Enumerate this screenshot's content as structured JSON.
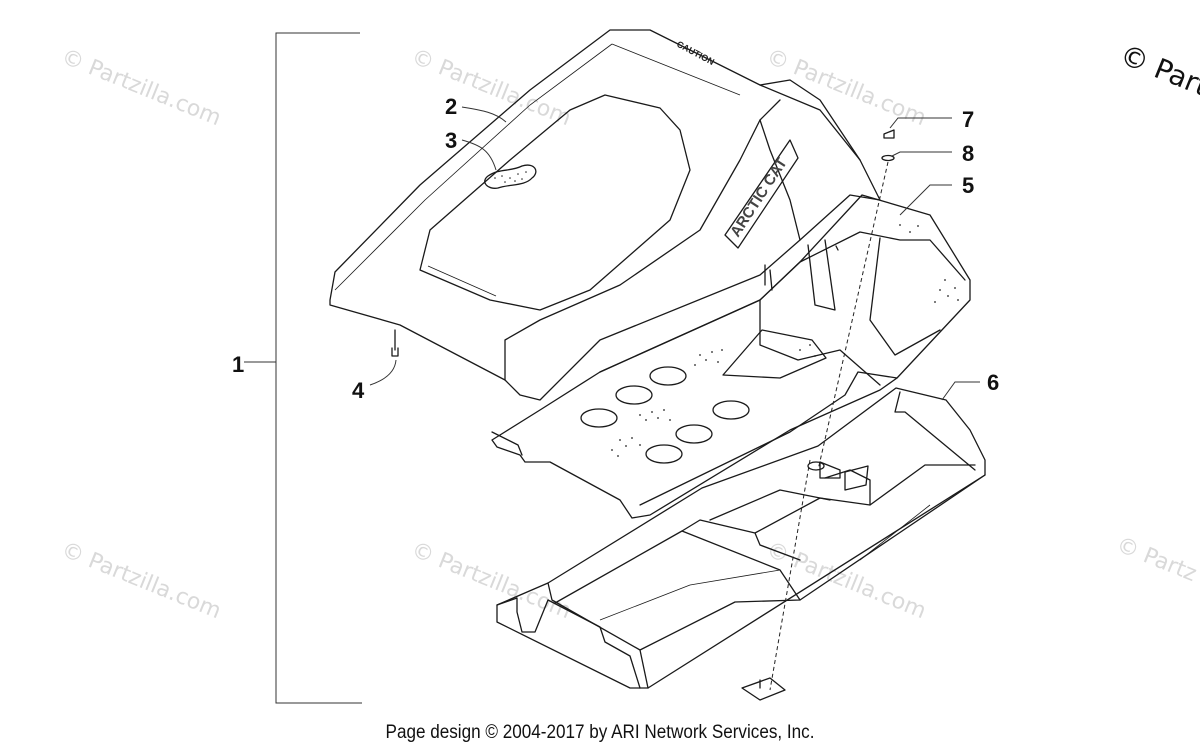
{
  "watermark": {
    "text": "© Partzilla.com",
    "corner_text": "© Partz"
  },
  "callouts": [
    {
      "id": "1",
      "label": "1"
    },
    {
      "id": "2",
      "label": "2"
    },
    {
      "id": "3",
      "label": "3"
    },
    {
      "id": "4",
      "label": "4"
    },
    {
      "id": "5",
      "label": "5"
    },
    {
      "id": "6",
      "label": "6"
    },
    {
      "id": "7",
      "label": "7"
    },
    {
      "id": "8",
      "label": "8"
    }
  ],
  "decal_text": {
    "brand": "ARCTIC CAT",
    "caution": "CAUTION"
  },
  "footer": {
    "text": "Page design © 2004-2017 by ARI Network Services, Inc."
  }
}
